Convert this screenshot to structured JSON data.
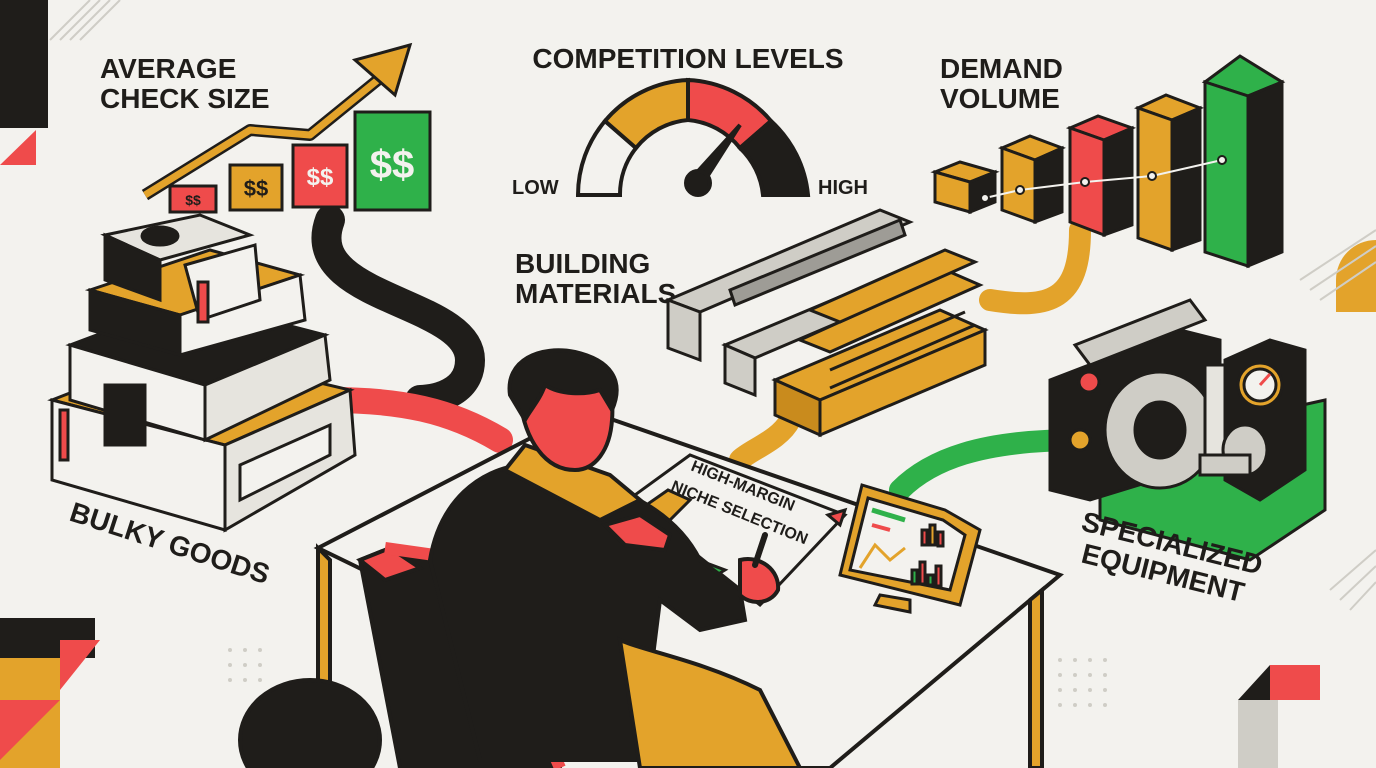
{
  "labels": {
    "average_check": [
      "AVERAGE",
      "CHECK SIZE"
    ],
    "competition": "COMPETITION LEVELS",
    "gauge_low": "LOW",
    "gauge_high": "HIGH",
    "demand": [
      "DEMAND",
      "VOLUME"
    ],
    "building": [
      "BUILDING",
      "MATERIALS"
    ],
    "bulky": "BULKY GOODS",
    "specialized": [
      "SPECIALIZED",
      "EQUIPMENT"
    ],
    "document": [
      "HIGH-MARGIN",
      "NICHE SELECTION"
    ]
  },
  "price_tags": [
    "$$",
    "$$",
    "$$",
    "$$"
  ],
  "colors": {
    "ink": "#1f1d1a",
    "yellow": "#e3a32b",
    "red": "#ef4b4b",
    "green": "#2fb14a",
    "cream": "#f3f2ee",
    "gray": "#cfcdc6"
  },
  "icons": [
    "trend-arrow-icon",
    "gauge-icon",
    "bar-chart-icon",
    "tablet-chart-icon",
    "pen-icon"
  ]
}
